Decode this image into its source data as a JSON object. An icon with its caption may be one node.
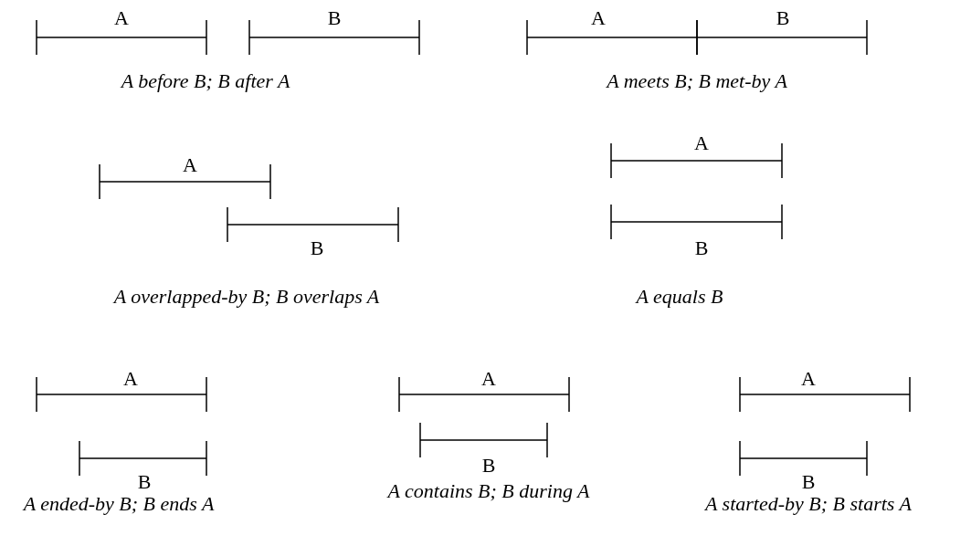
{
  "diagram": {
    "labels": [
      "A",
      "B",
      "A before B; B after A",
      "A",
      "B",
      "A meets B; B met-by A",
      "A",
      "B",
      "A overlapped-by B; B overlaps A",
      "A",
      "B",
      "A equals B",
      "A",
      "B",
      "A ended-by B; B ends A",
      "A",
      "B",
      "A contains B; B during A",
      "A",
      "B",
      "A started-by B; B starts A"
    ]
  }
}
